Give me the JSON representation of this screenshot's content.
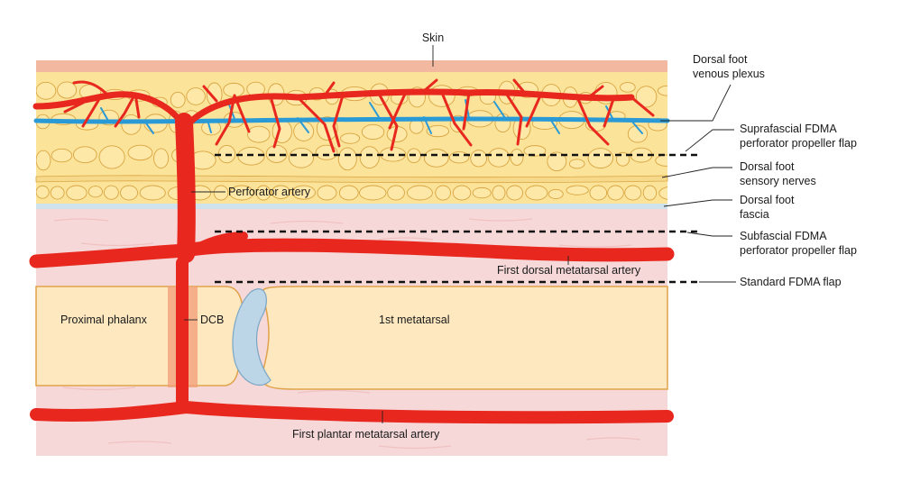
{
  "labels": {
    "skin": "Skin",
    "venous_plexus_1": "Dorsal foot",
    "venous_plexus_2": "venous plexus",
    "suprafascial_1": "Suprafascial FDMA",
    "suprafascial_2": "perforator propeller flap",
    "sensory_nerves_1": "Dorsal foot",
    "sensory_nerves_2": "sensory nerves",
    "fascia_1": "Dorsal foot",
    "fascia_2": "fascia",
    "subfascial_1": "Subfascial FDMA",
    "subfascial_2": "perforator propeller flap",
    "standard_flap": "Standard FDMA flap",
    "perforator_artery": "Perforator artery",
    "first_dorsal_metatarsal_artery": "First dorsal metatarsal artery",
    "proximal_phalanx": "Proximal phalanx",
    "dcb": "DCB",
    "first_metatarsal": "1st metatarsal",
    "first_plantar_metatarsal_artery": "First plantar metatarsal artery"
  },
  "colors": {
    "skin": "#f3b8a0",
    "fat": "#fbe49a",
    "fat_globule": "#fde8a8",
    "fat_outline": "#d9a441",
    "nerve": "#f6d98a",
    "fascia": "#cfe3ef",
    "muscle": "#f6d8d8",
    "artery": "#e8281e",
    "vein": "#2a9ad6",
    "bone": "#fde8c0",
    "bone_outline": "#e0a24a",
    "cartilage": "#bcd6e8",
    "dcb": "#f2a07a"
  }
}
